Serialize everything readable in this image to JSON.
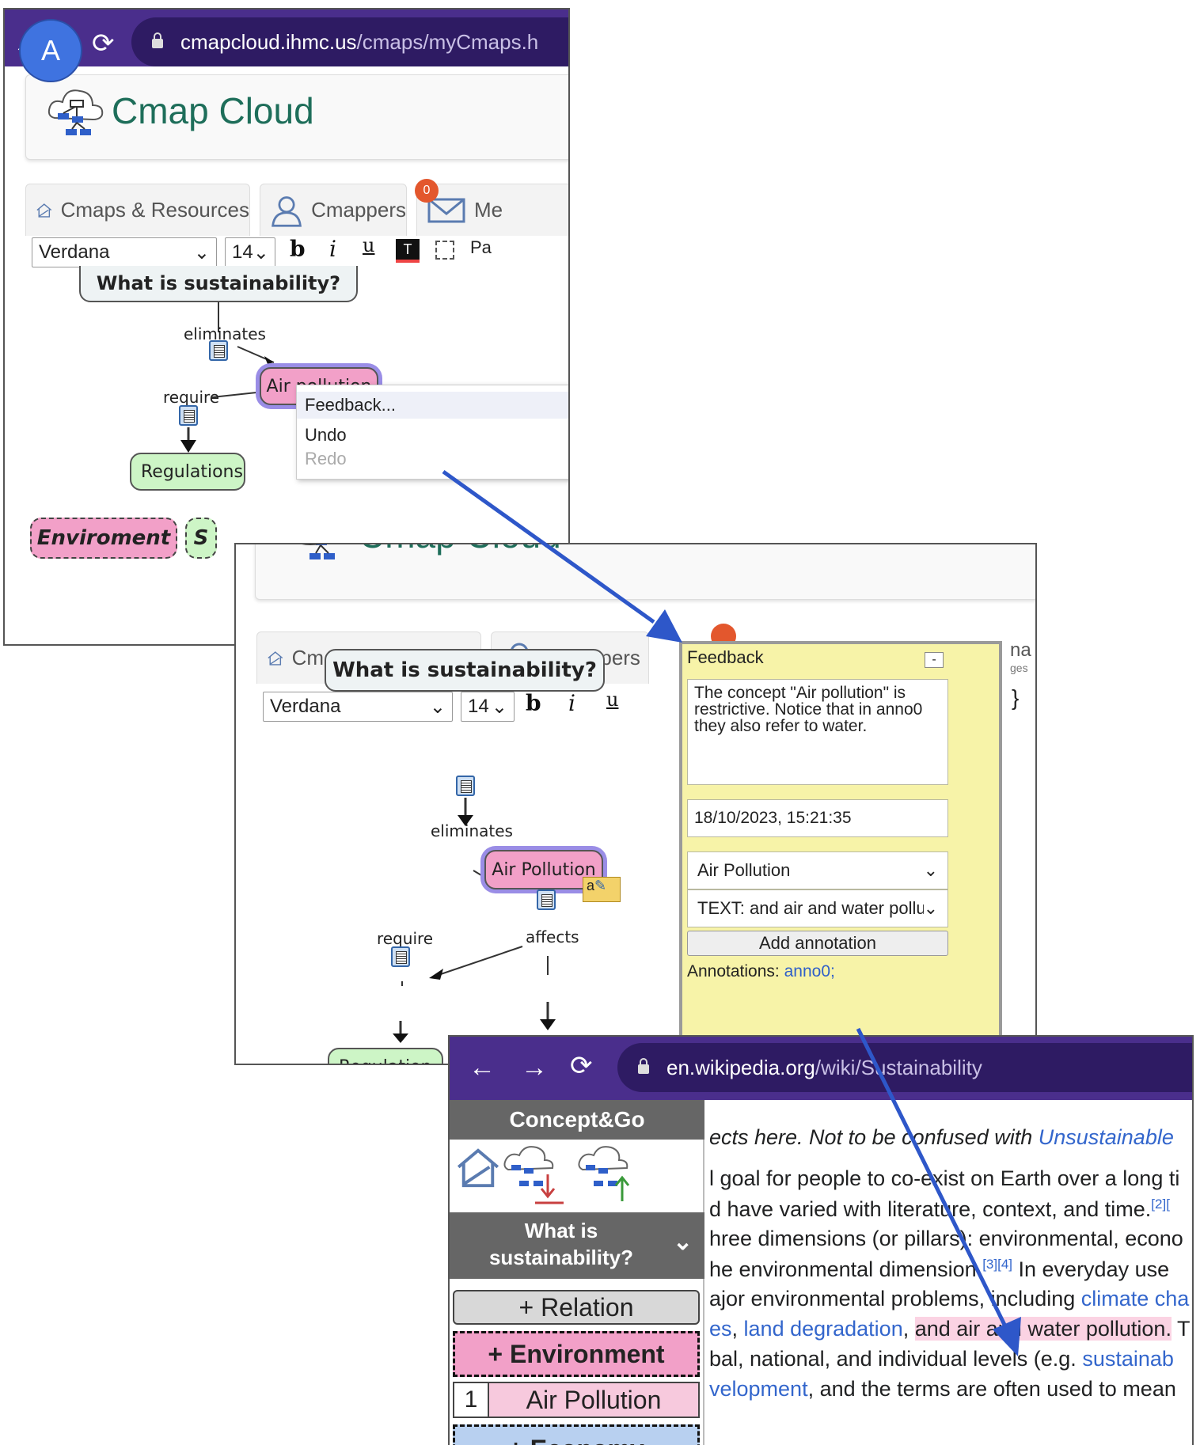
{
  "label_badge": "A",
  "colors": {
    "arrow": "#2e57c9",
    "browser_bar": "#4a2e8c",
    "highlight": "#fbd3e3",
    "feedback_bg": "#f7f3a8"
  },
  "windowA": {
    "url_host": "cmapcloud.ihmc.us",
    "url_path": "/cmaps/myCmaps.h",
    "brand": "Cmap Cloud",
    "tabs": {
      "resources": "Cmaps & Resources",
      "cmappers": "Cmappers",
      "messages": "Me"
    },
    "badge": "0",
    "font_family": "Verdana",
    "font_size": "14",
    "tools": {
      "bold": "b",
      "italic": "i",
      "underline": "u",
      "more": "Pa"
    },
    "concepts": {
      "root": "What is sustainability?",
      "air": "Air pollution",
      "regulations": "Regulations",
      "environment": "Enviroment",
      "other": "S"
    },
    "links": {
      "eliminates": "eliminates",
      "require": "require"
    },
    "menu": {
      "feedback": "Feedback...",
      "undo": "Undo",
      "redo": "Redo"
    }
  },
  "windowB": {
    "brand": "Cmap Cloud",
    "tabs": {
      "resources": "Cmaps & Resources",
      "cmappers": "Cmappers"
    },
    "side_text_1": "na",
    "side_text_2": "ges",
    "font_family": "Verdana",
    "font_size": "14",
    "tools": {
      "bold": "b",
      "italic": "i",
      "underline": "u"
    },
    "concepts": {
      "root": "What is sustainability?",
      "air": "Air Pollution",
      "regulations": "Regulation"
    },
    "links": {
      "eliminates": "eliminates",
      "require": "require",
      "affects": "affects"
    },
    "note_letter": "a",
    "feedback": {
      "title": "Feedback",
      "minimize": "-",
      "comment": "The concept \"Air pollution\" is restrictive. Notice that in anno0 they also refer to water.",
      "timestamp": "18/10/2023, 15:21:35",
      "concept_select": "Air Pollution",
      "text_select": "TEXT: and air and water pollut",
      "add_button": "Add annotation",
      "annotations_label": "Annotations:",
      "annotation_link": "anno0;"
    }
  },
  "windowC": {
    "url_host": "en.wikipedia.org",
    "url_path": "/wiki/Sustainability",
    "sidebar": {
      "title": "Concept&Go",
      "map_title_1": "What is",
      "map_title_2": "sustainability?",
      "relation_btn": "+ Relation",
      "environment_btn": "+ Environment",
      "item_number": "1",
      "item_label": "Air Pollution",
      "economy_btn": "+ Economy"
    },
    "lines": {
      "l1a": "ects here. Not to be confused with ",
      "l1b": "Unsustainable",
      "l2": "l goal for people to co-exist on Earth over a long ti",
      "l3": "d have varied with literature, context, and time.",
      "l3sup": "[2][",
      "l4": "hree dimensions (or pillars): environmental, econo",
      "l5a": "he environmental dimension.",
      "l5sup": "[3][4]",
      "l5b": " In everyday use",
      "l6a": "ajor environmental problems, including ",
      "l6b": "climate cha",
      "l7a": "es",
      "l7b": ", ",
      "l7c": "land degradation",
      "l7d": ", ",
      "l7e": "and air and water pollution.",
      "l7f": " T",
      "l8a": "bal, national, and individual levels (e.g. ",
      "l8b": "sustainab",
      "l9a": "velopment",
      "l9b": ", and the terms are often used to mean"
    }
  }
}
